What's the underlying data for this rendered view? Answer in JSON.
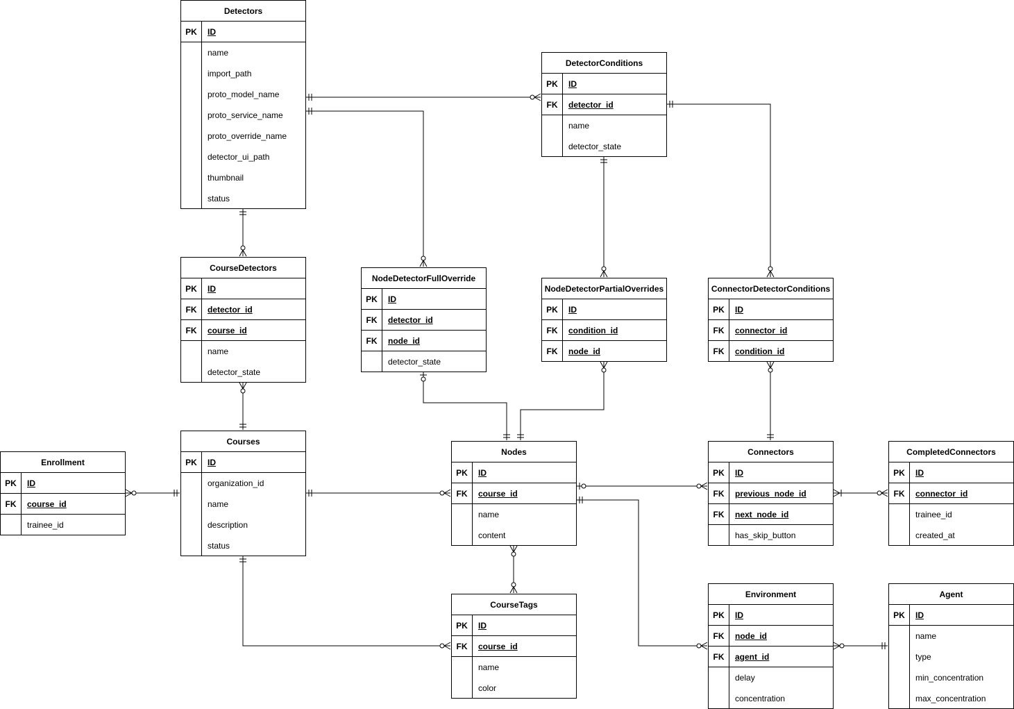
{
  "entities": [
    {
      "id": "detectors",
      "name": "Detectors",
      "fields": [
        {
          "key": "PK",
          "name": "ID"
        },
        {
          "key": "",
          "name": "name"
        },
        {
          "key": "",
          "name": "import_path"
        },
        {
          "key": "",
          "name": "proto_model_name"
        },
        {
          "key": "",
          "name": "proto_service_name"
        },
        {
          "key": "",
          "name": "proto_override_name"
        },
        {
          "key": "",
          "name": "detector_ui_path"
        },
        {
          "key": "",
          "name": "thumbnail"
        },
        {
          "key": "",
          "name": "status"
        }
      ]
    },
    {
      "id": "detector-conditions",
      "name": "DetectorConditions",
      "fields": [
        {
          "key": "PK",
          "name": "ID"
        },
        {
          "key": "FK",
          "name": "detector_id"
        },
        {
          "key": "",
          "name": "name"
        },
        {
          "key": "",
          "name": "detector_state"
        }
      ]
    },
    {
      "id": "course-detectors",
      "name": "CourseDetectors",
      "fields": [
        {
          "key": "PK",
          "name": "ID"
        },
        {
          "key": "FK",
          "name": "detector_id"
        },
        {
          "key": "FK",
          "name": "course_id"
        },
        {
          "key": "",
          "name": "name"
        },
        {
          "key": "",
          "name": "detector_state"
        }
      ]
    },
    {
      "id": "node-detector-full-override",
      "name": "NodeDetectorFullOverride",
      "fields": [
        {
          "key": "PK",
          "name": "ID"
        },
        {
          "key": "FK",
          "name": "detector_id"
        },
        {
          "key": "FK",
          "name": "node_id"
        },
        {
          "key": "",
          "name": "detector_state"
        }
      ]
    },
    {
      "id": "node-detector-partial-overrides",
      "name": "NodeDetectorPartialOverrides",
      "fields": [
        {
          "key": "PK",
          "name": "ID"
        },
        {
          "key": "FK",
          "name": "condition_id"
        },
        {
          "key": "FK",
          "name": "node_id"
        }
      ]
    },
    {
      "id": "connector-detector-conditions",
      "name": "ConnectorDetectorConditions",
      "fields": [
        {
          "key": "PK",
          "name": "ID"
        },
        {
          "key": "FK",
          "name": "connector_id"
        },
        {
          "key": "FK",
          "name": "condition_id"
        }
      ]
    },
    {
      "id": "enrollment",
      "name": "Enrollment",
      "fields": [
        {
          "key": "PK",
          "name": "ID"
        },
        {
          "key": "FK",
          "name": "course_id"
        },
        {
          "key": "",
          "name": "trainee_id"
        }
      ]
    },
    {
      "id": "courses",
      "name": "Courses",
      "fields": [
        {
          "key": "PK",
          "name": "ID"
        },
        {
          "key": "",
          "name": "organization_id"
        },
        {
          "key": "",
          "name": "name"
        },
        {
          "key": "",
          "name": "description"
        },
        {
          "key": "",
          "name": "status"
        }
      ]
    },
    {
      "id": "nodes",
      "name": "Nodes",
      "fields": [
        {
          "key": "PK",
          "name": "ID"
        },
        {
          "key": "FK",
          "name": "course_id"
        },
        {
          "key": "",
          "name": "name"
        },
        {
          "key": "",
          "name": "content"
        }
      ]
    },
    {
      "id": "connectors",
      "name": "Connectors",
      "fields": [
        {
          "key": "PK",
          "name": "ID"
        },
        {
          "key": "FK",
          "name": "previous_node_id"
        },
        {
          "key": "FK",
          "name": "next_node_id"
        },
        {
          "key": "",
          "name": "has_skip_button"
        }
      ]
    },
    {
      "id": "completed-connectors",
      "name": "CompletedConnectors",
      "fields": [
        {
          "key": "PK",
          "name": "ID"
        },
        {
          "key": "FK",
          "name": "connector_id"
        },
        {
          "key": "",
          "name": "trainee_id"
        },
        {
          "key": "",
          "name": "created_at"
        }
      ]
    },
    {
      "id": "course-tags",
      "name": "CourseTags",
      "fields": [
        {
          "key": "PK",
          "name": "ID"
        },
        {
          "key": "FK",
          "name": "course_id"
        },
        {
          "key": "",
          "name": "name"
        },
        {
          "key": "",
          "name": "color"
        }
      ]
    },
    {
      "id": "environment",
      "name": "Environment",
      "fields": [
        {
          "key": "PK",
          "name": "ID"
        },
        {
          "key": "FK",
          "name": "node_id"
        },
        {
          "key": "FK",
          "name": "agent_id"
        },
        {
          "key": "",
          "name": "delay"
        },
        {
          "key": "",
          "name": "concentration"
        }
      ]
    },
    {
      "id": "agent",
      "name": "Agent",
      "fields": [
        {
          "key": "PK",
          "name": "ID"
        },
        {
          "key": "",
          "name": "name"
        },
        {
          "key": "",
          "name": "type"
        },
        {
          "key": "",
          "name": "min_concentration"
        },
        {
          "key": "",
          "name": "max_concentration"
        }
      ]
    }
  ],
  "relationships": [
    {
      "from": "detectors",
      "from_card": "one",
      "to": "detector-conditions",
      "to_card": "zero-many"
    },
    {
      "from": "detectors",
      "from_card": "one",
      "to": "node-detector-full-override",
      "to_card": "zero-many"
    },
    {
      "from": "detectors",
      "from_card": "one",
      "to": "course-detectors",
      "to_card": "zero-many"
    },
    {
      "from": "detector-conditions",
      "from_card": "one",
      "to": "node-detector-partial-overrides",
      "to_card": "zero-many"
    },
    {
      "from": "detector-conditions",
      "from_card": "one",
      "to": "connector-detector-conditions",
      "to_card": "zero-many"
    },
    {
      "from": "course-detectors",
      "from_card": "zero-many",
      "to": "courses",
      "to_card": "one"
    },
    {
      "from": "enrollment",
      "from_card": "zero-many",
      "to": "courses",
      "to_card": "one"
    },
    {
      "from": "courses",
      "from_card": "one",
      "to": "nodes",
      "to_card": "zero-many"
    },
    {
      "from": "courses",
      "from_card": "one",
      "to": "course-tags",
      "to_card": "zero-many"
    },
    {
      "from": "node-detector-full-override",
      "from_card": "zero-one",
      "to": "nodes",
      "to_card": "one"
    },
    {
      "from": "node-detector-partial-overrides",
      "from_card": "zero-many",
      "to": "nodes",
      "to_card": "one"
    },
    {
      "from": "connector-detector-conditions",
      "from_card": "zero-many",
      "to": "connectors",
      "to_card": "one"
    },
    {
      "from": "nodes",
      "from_card": "zero-one",
      "to": "connectors",
      "to_card": "zero-many"
    },
    {
      "from": "nodes",
      "from_card": "one",
      "to": "environment",
      "to_card": "zero-many"
    },
    {
      "from": "nodes",
      "from_card": "zero-many",
      "to": "course-tags",
      "to_card": "zero-many"
    },
    {
      "from": "connectors",
      "from_card": "one-many",
      "to": "completed-connectors",
      "to_card": "zero-many"
    },
    {
      "from": "environment",
      "from_card": "zero-many",
      "to": "agent",
      "to_card": "one"
    }
  ]
}
